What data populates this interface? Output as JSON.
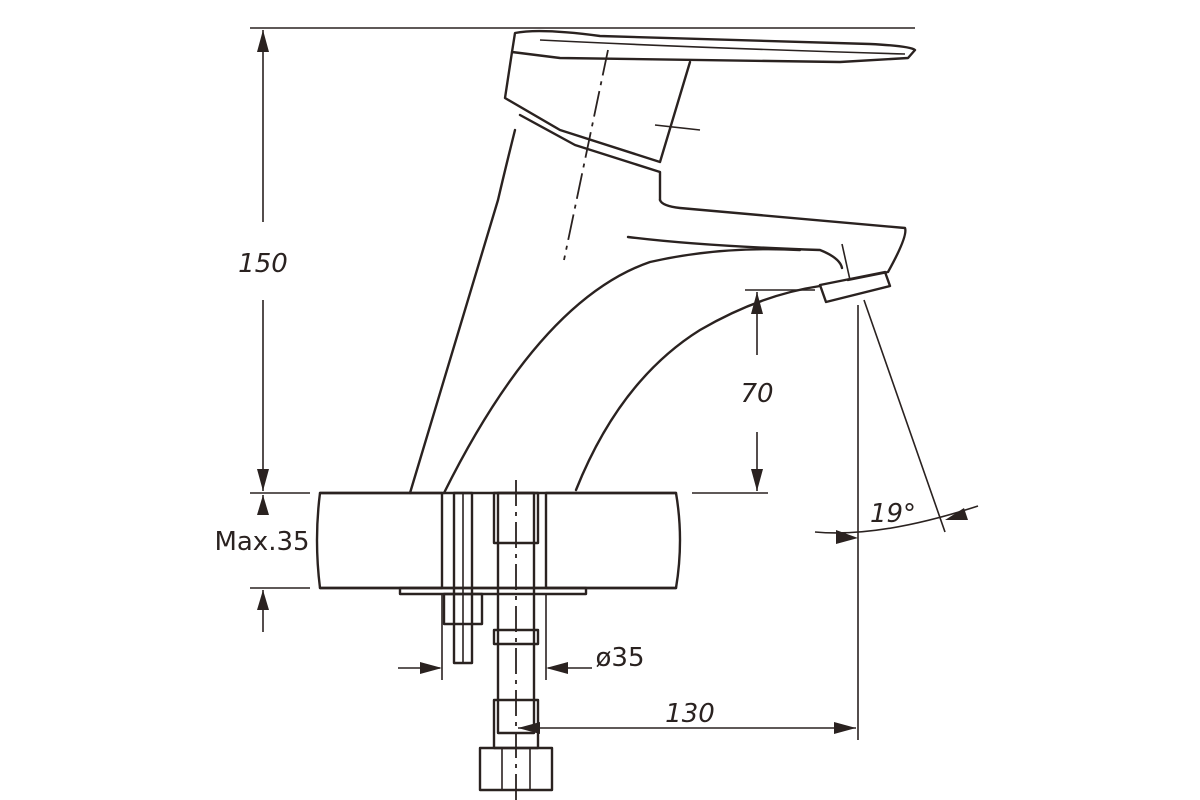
{
  "colors": {
    "ink": "#2a2220",
    "background": "#ffffff"
  },
  "dimensions": {
    "total_height": "150",
    "spout_clearance": "70",
    "max_deck_thickness": "Max.35",
    "hole_diameter": "ø35",
    "spout_reach": "130",
    "spout_angle": "19°"
  }
}
